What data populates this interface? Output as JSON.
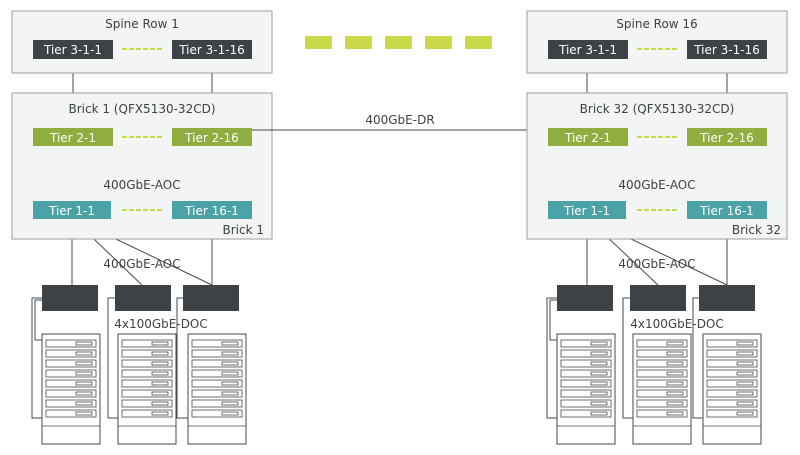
{
  "colors": {
    "dark": "#3d4247",
    "green": "#8fae3f",
    "teal": "#4ba3a7",
    "dash_green": "#c9d94a",
    "box_fill": "#f3f4f4",
    "box_stroke": "#9a9fa3",
    "line": "#44494d"
  },
  "left": {
    "spine_title": "Spine Row 1",
    "spine_first": "Tier 3-1-1",
    "spine_last": "Tier 3-1-16",
    "brick_title": "Brick 1 (QFX5130-32CD)",
    "brick_corner": "Brick 1",
    "tier2_first": "Tier 2-1",
    "tier2_last": "Tier 2-16",
    "aoc_label": "400GbE-AOC",
    "tier1_first": "Tier 1-1",
    "tier1_last": "Tier 16-1",
    "aoc_label_lower": "400GbE-AOC",
    "doc_label": "4x100GbE-DOC"
  },
  "right": {
    "spine_title": "Spine Row 16",
    "spine_first": "Tier 3-1-1",
    "spine_last": "Tier 3-1-16",
    "brick_title": "Brick 32 (QFX5130-32CD)",
    "brick_corner": "Brick 32",
    "tier2_first": "Tier 2-1",
    "tier2_last": "Tier 2-16",
    "aoc_label": "400GbE-AOC",
    "tier1_first": "Tier 1-1",
    "tier1_last": "Tier 16-1",
    "aoc_label_lower": "400GbE-AOC",
    "doc_label": "4x100GbE-DOC"
  },
  "center": {
    "dr_label": "400GbE-DR"
  }
}
